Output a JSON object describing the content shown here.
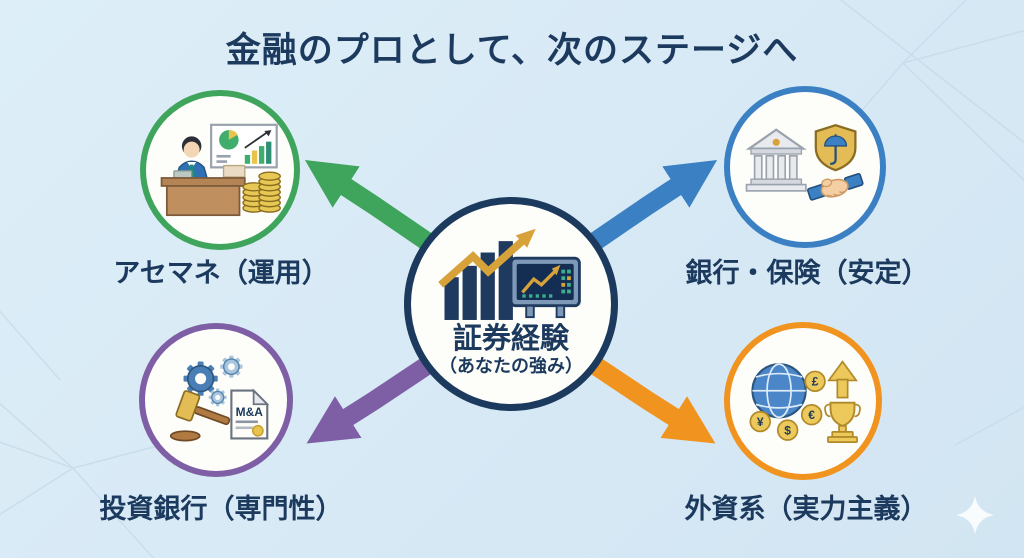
{
  "title": "金融のプロとして、次のステージへ",
  "center": {
    "label": "証券経験",
    "sublabel": "（あなたの強み）",
    "icon": "stock-chart-growth-monitor",
    "border_color": "#1c3a5e"
  },
  "nodes": [
    {
      "id": "asset-management",
      "position": "top-left",
      "label": "アセマネ（運用）",
      "icon": "fund-manager-desk-coins",
      "color": "#3fa45c"
    },
    {
      "id": "bank-insurance",
      "position": "top-right",
      "label": "銀行・保険（安定）",
      "icon": "bank-umbrella-shield-handshake",
      "color": "#3c80c4"
    },
    {
      "id": "investment-bank",
      "position": "bottom-left",
      "label": "投資銀行（専門性）",
      "icon": "gears-gavel-ma-document",
      "color": "#7e5fa5",
      "document_label": "M&A"
    },
    {
      "id": "foreign-firm",
      "position": "bottom-right",
      "label": "外資系（実力主義）",
      "icon": "globe-currencies-trophy",
      "color": "#f0931f",
      "currency_symbols": [
        "£",
        "¥",
        "$",
        "€"
      ]
    }
  ],
  "colors": {
    "background": "#d7e9f5",
    "text": "#1c3a5e",
    "gold": "#d8a23a"
  }
}
